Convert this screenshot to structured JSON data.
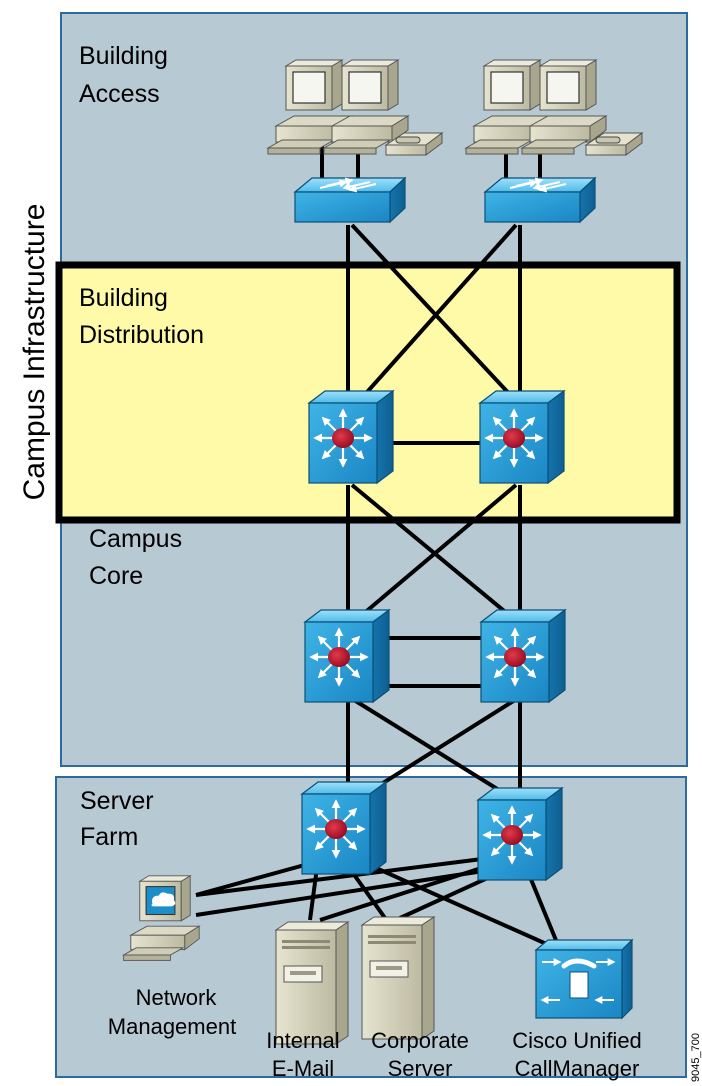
{
  "diagram": {
    "side_title": "Campus Infrastructure",
    "zones": {
      "building_access": {
        "line1": "Building",
        "line2": "Access"
      },
      "building_distribution": {
        "line1": "Building",
        "line2": "Distribution"
      },
      "campus_core": {
        "line1": "Campus",
        "line2": "Core"
      },
      "server_farm": {
        "line1": "Server",
        "line2": "Farm"
      }
    },
    "devices": {
      "network_management": {
        "line1": "Network",
        "line2": "Management"
      },
      "internal_email": {
        "line1": "Internal",
        "line2": "E-Mail"
      },
      "corporate_server": {
        "line1": "Corporate",
        "line2": "Server"
      },
      "callmanager": {
        "line1": "Cisco Unified",
        "line2": "CallManager"
      }
    },
    "figure_id": "9045_700",
    "colors": {
      "zone_fill": "#b7c9d3",
      "zone_border": "#2c6aa0",
      "highlight_fill": "#fffaa8",
      "highlight_border": "#000000",
      "device_blue": "#2a9fd8",
      "router_red": "#b3102a"
    }
  }
}
